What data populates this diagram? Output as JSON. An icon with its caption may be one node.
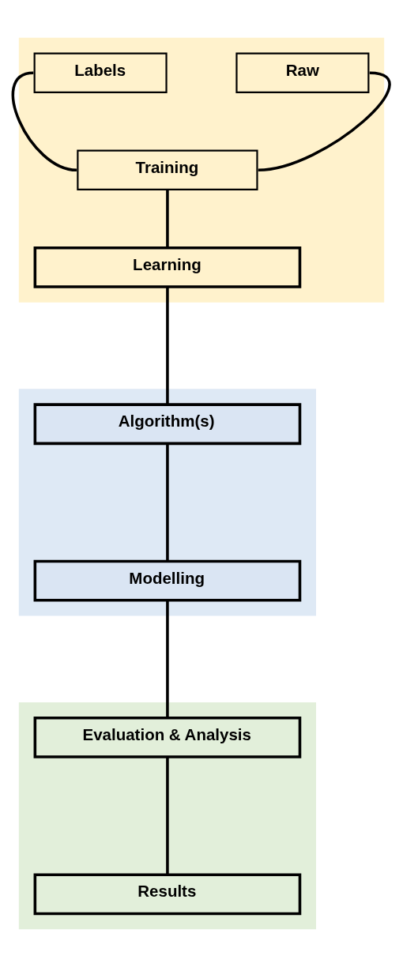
{
  "diagram": {
    "nodes": [
      {
        "text": [],
        "shape": "box"
      },
      {
        "text": [
          "Labels"
        ],
        "in": 0
      },
      {
        "text": [
          "Raw"
        ],
        "in": 0
      },
      {
        "text": [
          "Training"
        ],
        "in": 0
      },
      {
        "text": [
          "Learning"
        ],
        "in": 0
      },
      {
        "text": [],
        "shape": "box"
      },
      {
        "text": [
          "Algorithm(s)"
        ],
        "in": 5
      },
      {
        "text": [
          "Modelling"
        ],
        "in": 5
      },
      {
        "text": [],
        "shape": "box"
      },
      {
        "text": [
          "Evaluation & Analysis"
        ],
        "in": 8
      },
      {
        "text": [
          "Results"
        ],
        "in": 8
      }
    ],
    "edges": [
      {
        "from": 1,
        "to": 3,
        "arrow": "none"
      },
      {
        "from": 2,
        "to": 3,
        "arrow": "none"
      },
      {
        "from": 3,
        "to": 4,
        "arrow": "none"
      },
      {
        "from": 4,
        "to": 6,
        "arrow": "none"
      },
      {
        "from": 6,
        "to": 7,
        "arrow": "none"
      },
      {
        "from": 7,
        "to": 9,
        "arrow": "none"
      },
      {
        "from": 9,
        "to": 10,
        "arrow": "none"
      }
    ]
  }
}
